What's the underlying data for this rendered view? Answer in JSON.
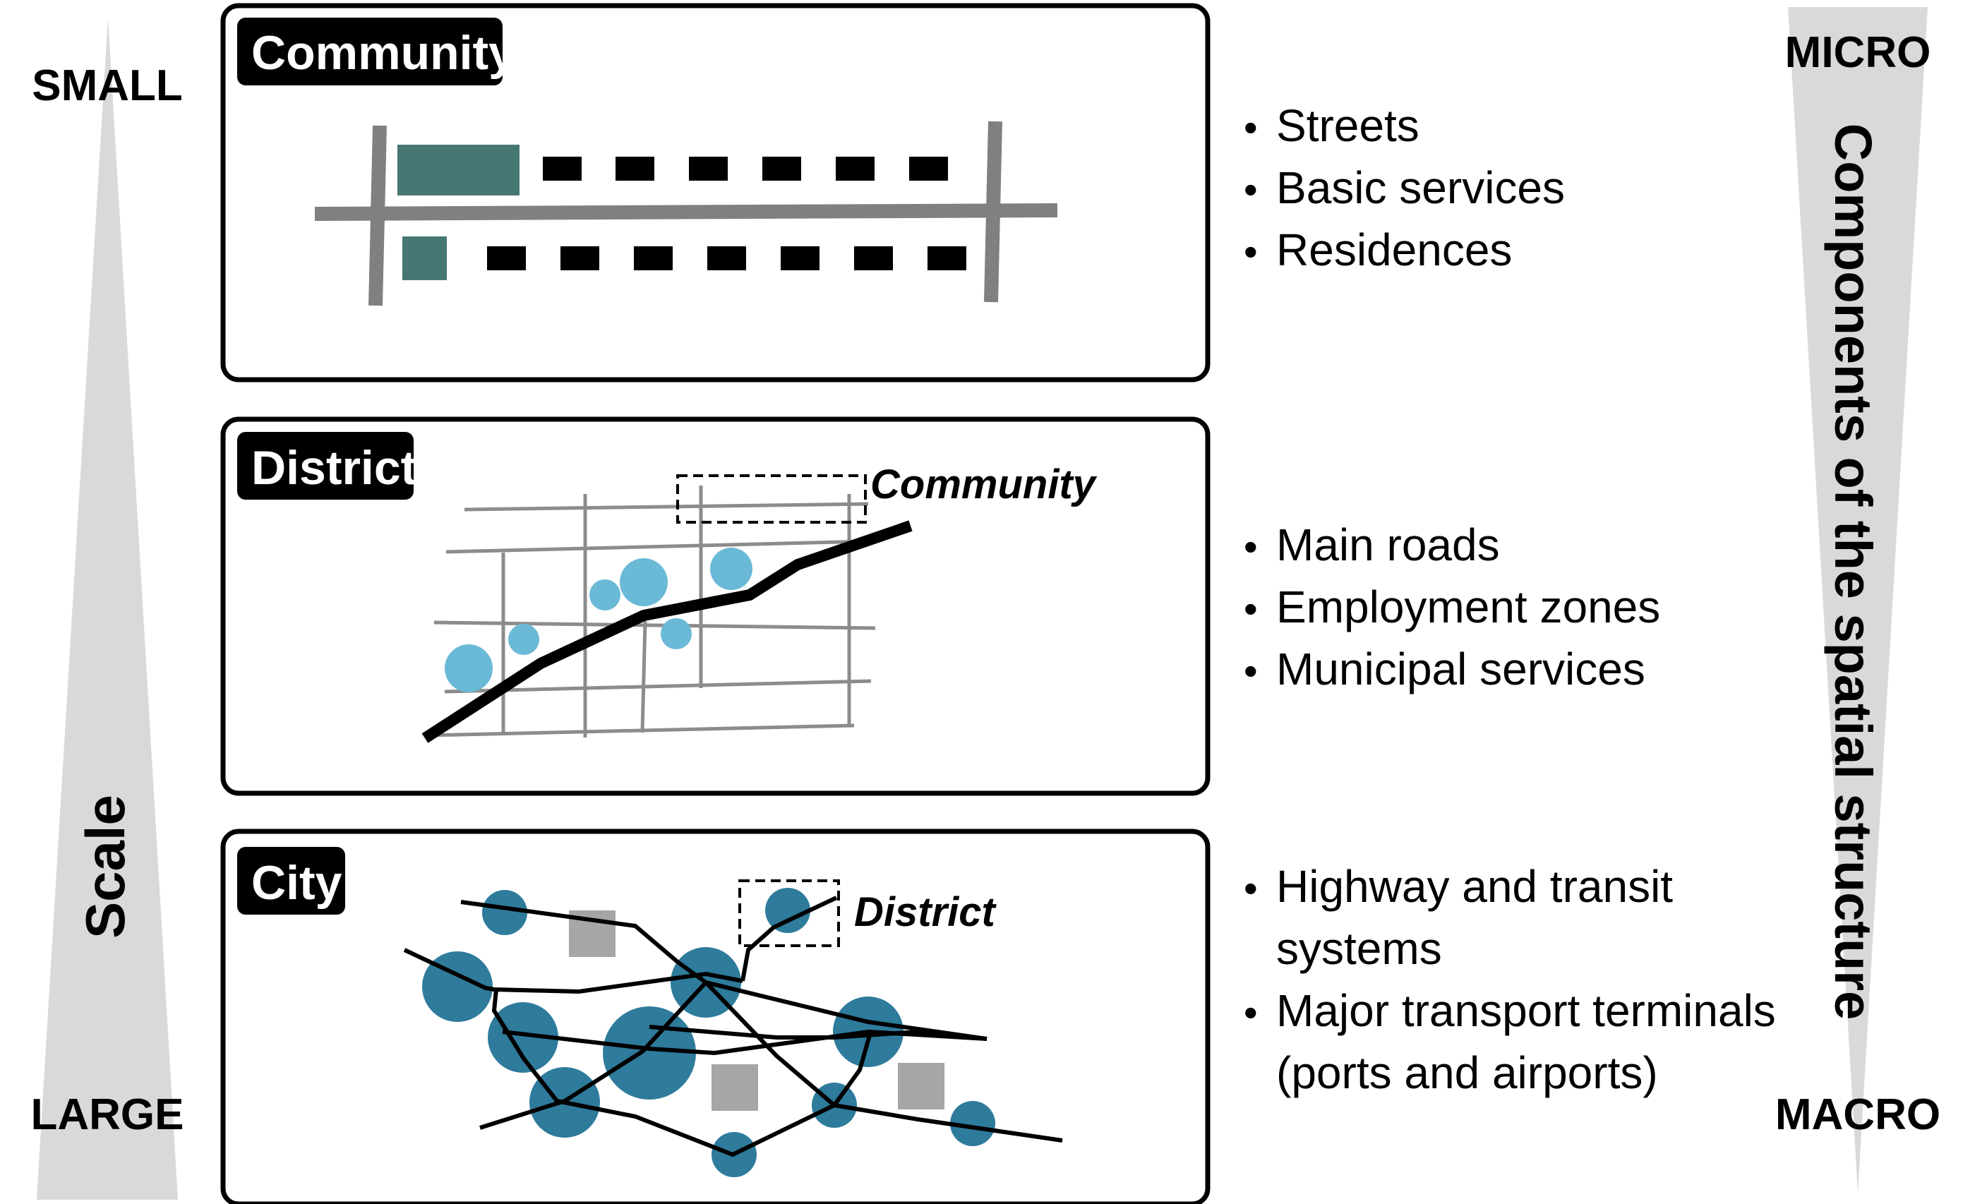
{
  "scale": {
    "top_label": "SMALL",
    "bottom_label": "LARGE",
    "axis_label": "Scale"
  },
  "components": {
    "top_label": "MICRO",
    "bottom_label": "MACRO",
    "axis_label": "Components of the spatial structure"
  },
  "panels": [
    {
      "title": "Community",
      "bullets": [
        "Streets",
        "Basic services",
        "Residences"
      ]
    },
    {
      "title": "District",
      "inset_label": "Community",
      "bullets": [
        "Main roads",
        "Employment zones",
        "Municipal services"
      ]
    },
    {
      "title": "City",
      "inset_label": "District",
      "bullets": [
        "Highway and transit",
        "systems",
        "Major transport terminals",
        "(ports and airports)"
      ]
    }
  ],
  "colors": {
    "panel_border": "#000000",
    "title_bg": "#000000",
    "title_text": "#ffffff",
    "triangle": "#d9d9d9",
    "road_gray": "#808080",
    "service_teal": "#477773",
    "residence_black": "#000000",
    "employment_blue": "#6ab9d6",
    "city_node_teal": "#2e7b9c",
    "terminal_gray": "#a6a6a6",
    "grid_gray": "#8c8c8c"
  }
}
